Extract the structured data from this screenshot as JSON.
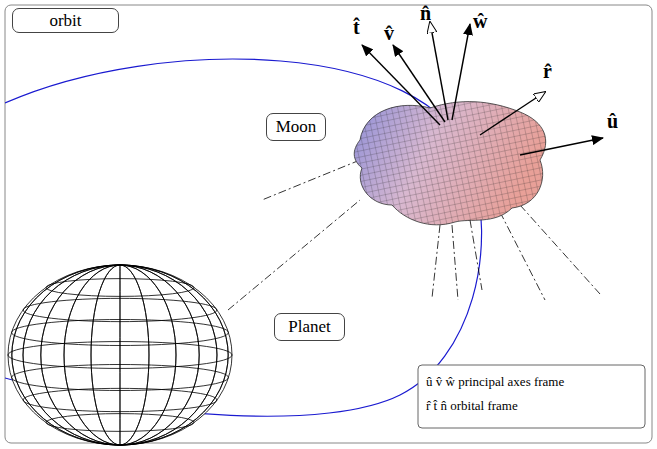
{
  "diagram": {
    "nodes": [
      {
        "text": [
          "orbit"
        ]
      },
      {
        "text": [
          "Moon"
        ]
      },
      {
        "text": [
          "Planet"
        ]
      }
    ],
    "labels": [
      "t̂",
      "v̂",
      "n̂",
      "ŵ",
      "r̂",
      "û"
    ],
    "legend": [
      {
        "text": "û v̂ ŵ principal axes frame"
      },
      {
        "text": "r̂ t̂ n̂ orbital frame"
      }
    ]
  }
}
